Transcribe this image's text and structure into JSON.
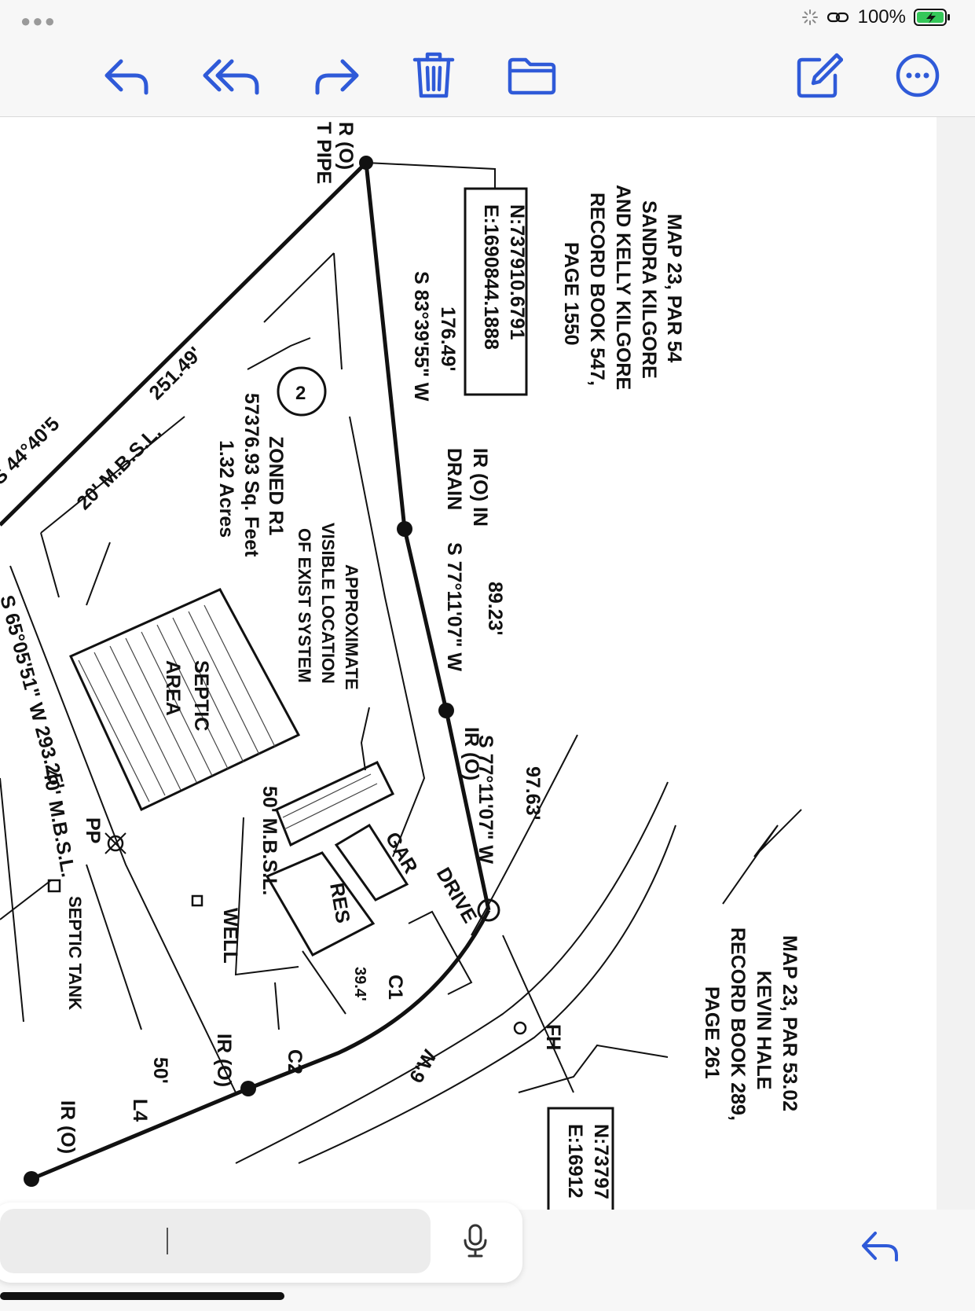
{
  "status": {
    "battery": "100%"
  },
  "toolbar": {
    "buttons": [
      {
        "name": "reply-icon"
      },
      {
        "name": "reply-all-icon"
      },
      {
        "name": "forward-icon"
      },
      {
        "name": "trash-icon"
      },
      {
        "name": "folder-icon"
      },
      {
        "name": "compose-icon"
      },
      {
        "name": "more-icon"
      }
    ],
    "accent": "#2f5ad8"
  },
  "drawing": {
    "owner1": [
      "MAP 23, PAR 54",
      "SANDRA KILGORE",
      "AND KELLY KILGORE",
      "RECORD BOOK 547,",
      "PAGE 1550"
    ],
    "coord1": [
      "N:737910.6791",
      "E:1690844.1888"
    ],
    "owner2": [
      "MAP 23, PAR 53.02",
      "KEVIN HALE",
      "RECORD BOOK 289,",
      "PAGE 261"
    ],
    "coord2": [
      "N:73797",
      "E:16912"
    ],
    "b1_len": "176.49'",
    "b1_bear": "S 83°39'55\" W",
    "b2_len": "89.23'",
    "b2_bear": "S 77°11'07\" W",
    "b3_len": "97.63'",
    "b3_bear": "S 77°11'07\" W",
    "ir_drain": [
      "IR (O) IN",
      "DRAIN"
    ],
    "ir_o": "IR (O)",
    "ir_o2": "IR (O)",
    "ir_o3": "IR (O)",
    "top_frag": [
      "R (O)",
      "T PIPE"
    ],
    "left_len": "251.49'",
    "left_bear": "S 44°40'5",
    "mbsl20": "20' M.B.S.L.",
    "mbsl50": "50' M.B.S.L.",
    "mbsl40": "40' M.B.S.L.",
    "lot_num": "2",
    "zoned": [
      "ZONED R1",
      "57376.93 Sq. Feet",
      "1.32 Acres"
    ],
    "approx": [
      "APPROXIMATE",
      "VISIBLE LOCATION",
      "OF EXIST SYSTEM"
    ],
    "septic_area": [
      "SEPTIC",
      "AREA"
    ],
    "south_bear": "S 65°05'51\" W  293.25'",
    "pp": "PP",
    "septic_tank": "SEPTIC TANK",
    "well": "WELL",
    "gar": "GAR",
    "res": "RES",
    "drive": "DRIVE",
    "dim394": "39.4'",
    "c1": "C1",
    "c2": "C2",
    "fh": "FH",
    "w6": "6'W",
    "dim50": "50'",
    "l4": "L4"
  }
}
